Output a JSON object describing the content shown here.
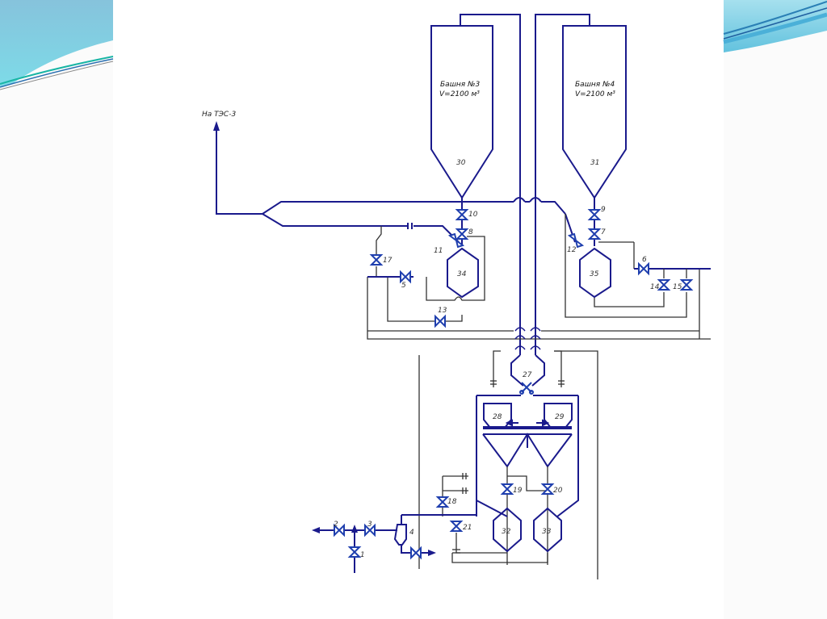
{
  "slide": {
    "decoration": "wave-header",
    "colors": {
      "process_line": "#1a1a8c",
      "valve": "#1f3fae",
      "aux_line": "#444444",
      "wave_light": "#8fd3e6",
      "wave_dark": "#2a6fb0",
      "wave_teal": "#19b5a5"
    }
  },
  "diagram": {
    "destination_label": "На ТЭС-3",
    "towers": [
      {
        "title": "Башня №3",
        "volume": "V=2100 м³",
        "number": "30"
      },
      {
        "title": "Башня №4",
        "volume": "V=2100 м³",
        "number": "31"
      }
    ],
    "vessels": {
      "v34": "34",
      "v35": "35",
      "v27": "27",
      "v28": "28",
      "v29": "29",
      "v32": "32",
      "v33": "33",
      "v4": "4"
    },
    "valves": {
      "v1": "1",
      "v2": "2",
      "v3": "3",
      "v5": "5",
      "v6": "6",
      "v7": "7",
      "v8": "8",
      "v9": "9",
      "v10": "10",
      "v11": "11",
      "v12": "12",
      "v13": "13",
      "v14": "14",
      "v15": "15",
      "v17": "17",
      "v18": "18",
      "v19": "19",
      "v20": "20",
      "v21": "21"
    }
  }
}
